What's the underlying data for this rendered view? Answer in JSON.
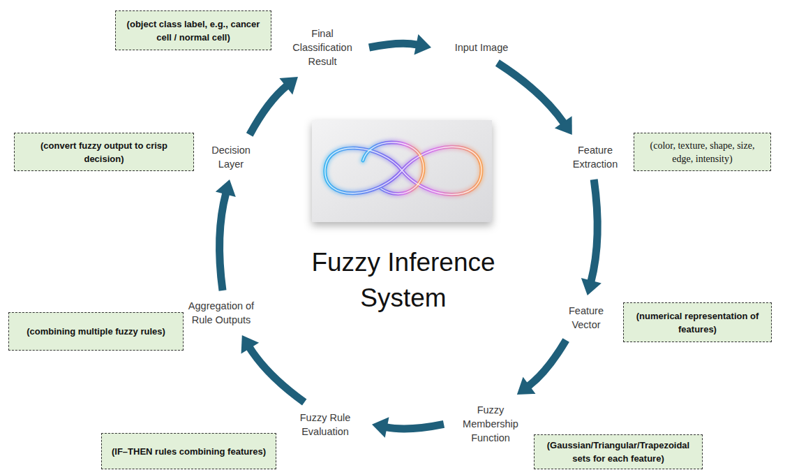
{
  "diagram": {
    "title": "Fuzzy Inference System",
    "nodes": [
      {
        "text": [
          "Input Image"
        ]
      },
      {
        "text": [
          "Feature Extraction"
        ]
      },
      {
        "text": [
          "Feature Vector"
        ]
      },
      {
        "text": [
          "Fuzzy Membership Function"
        ]
      },
      {
        "text": [
          "Fuzzy Rule Evaluation"
        ]
      },
      {
        "text": [
          "Aggregation of Rule Outputs"
        ]
      },
      {
        "text": [
          "Decision Layer"
        ]
      },
      {
        "text": [
          "Final Classification Result"
        ]
      },
      {
        "text": [
          "(object class label, e.g., cancer cell / normal cell)"
        ]
      },
      {
        "text": [
          "(color, texture, shape, size, edge, intensity)"
        ]
      },
      {
        "text": [
          "(numerical representation of features)"
        ]
      },
      {
        "text": [
          "(Gaussian/Triangular/Trapezoidal sets for each feature)"
        ]
      },
      {
        "text": [
          "(IF–THEN rules combining features)"
        ]
      },
      {
        "text": [
          "(combining multiple fuzzy rules)"
        ]
      },
      {
        "text": [
          "(convert fuzzy output to crisp decision)"
        ]
      }
    ],
    "edges": [
      {
        "from": 0,
        "to": 1,
        "arrow": "to"
      },
      {
        "from": 1,
        "to": 2,
        "arrow": "to"
      },
      {
        "from": 2,
        "to": 3,
        "arrow": "to"
      },
      {
        "from": 3,
        "to": 4,
        "arrow": "to"
      },
      {
        "from": 4,
        "to": 5,
        "arrow": "to"
      },
      {
        "from": 5,
        "to": 6,
        "arrow": "to"
      },
      {
        "from": 6,
        "to": 7,
        "arrow": "to"
      },
      {
        "from": 7,
        "to": 0,
        "arrow": "to"
      }
    ]
  }
}
